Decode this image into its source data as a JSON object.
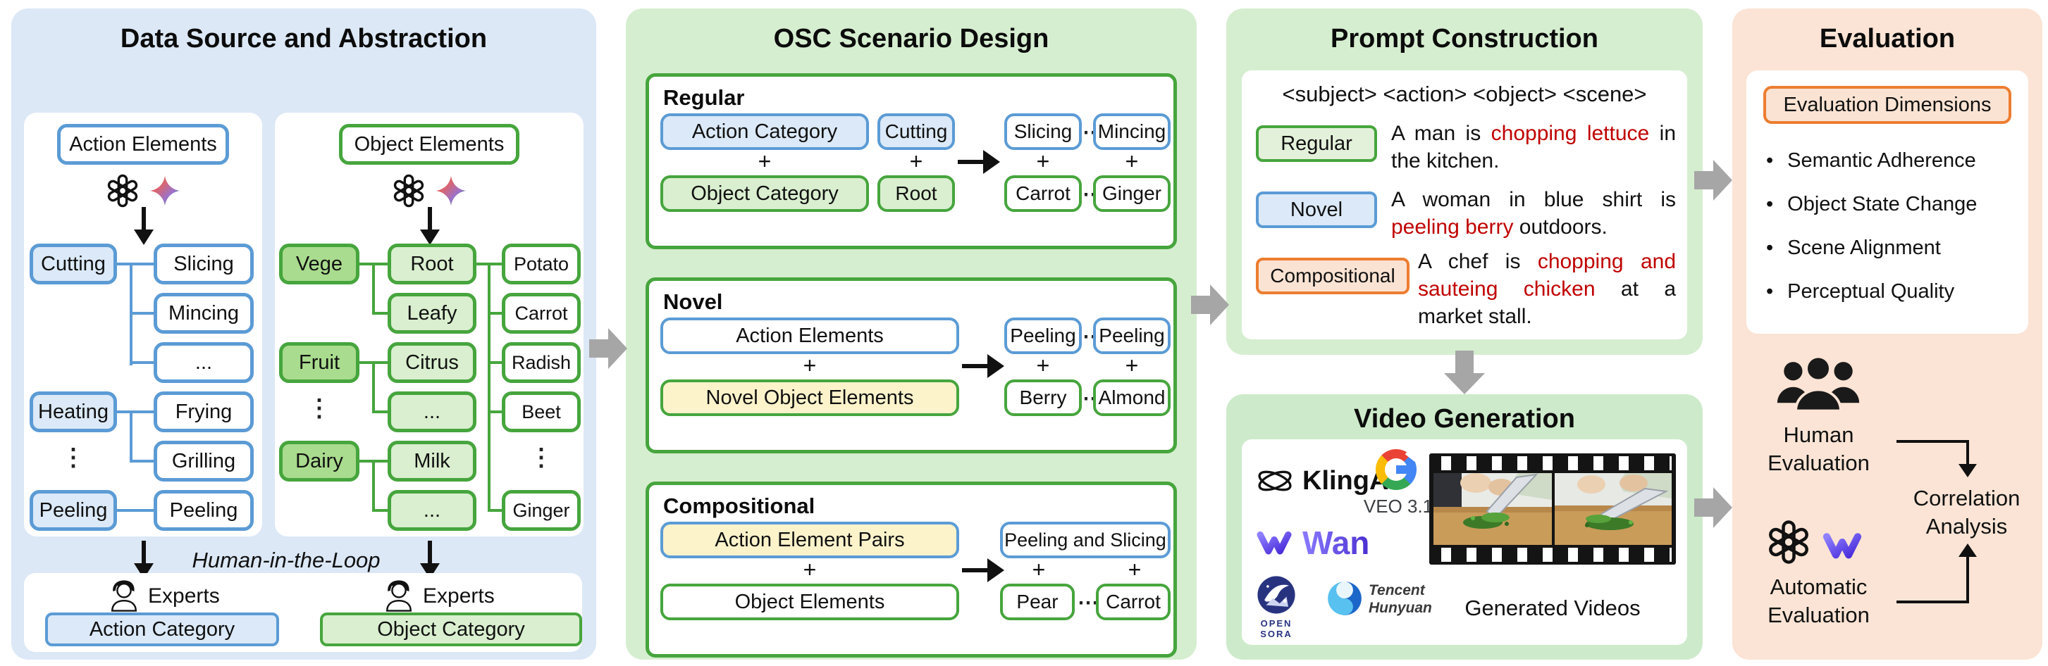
{
  "chars": {
    "plus": "+",
    "hdots": "⋯",
    "dots3": "...",
    "vdots": "⋮",
    "bullet": "•"
  },
  "colors": {
    "blue": "#5b9bd5",
    "green": "#46a53d",
    "orange": "#ed7d31",
    "red_text": "#c00000",
    "gray_arrow": "#a6a6a6",
    "panel_blue_bg": "#dce8f6",
    "panel_green_bg": "#d6eed0",
    "panel_orange_bg": "#fbe4d5",
    "yellow_fill": "#fdf3cb"
  },
  "panel1": {
    "title": "Data Source and Abstraction",
    "action_header": "Action Elements",
    "object_header": "Object Elements",
    "hitl": "Human-in-the-Loop",
    "experts": "Experts",
    "action_category": "Action Category",
    "object_category": "Object Category",
    "action_tree": {
      "parents": [
        "Cutting",
        "Heating",
        "Peeling"
      ],
      "children": [
        "Slicing",
        "Mincing",
        "Frying",
        "Grilling",
        "Peeling"
      ]
    },
    "object_tree": {
      "categories": [
        "Vege",
        "Fruit",
        "Dairy"
      ],
      "subcategories": [
        "Root",
        "Leafy",
        "Citrus",
        "Milk"
      ],
      "items": [
        "Potato",
        "Carrot",
        "Radish",
        "Beet",
        "Ginger"
      ]
    }
  },
  "panel2": {
    "title": "OSC Scenario Design",
    "regular": {
      "label": "Regular",
      "top_wide": "Action Category",
      "top_small": "Cutting",
      "res_top": [
        "Slicing",
        "Mincing"
      ],
      "bottom_wide": "Object Category",
      "bottom_small": "Root",
      "res_bottom": [
        "Carrot",
        "Ginger"
      ]
    },
    "novel": {
      "label": "Novel",
      "top_wide": "Action Elements",
      "res_top": [
        "Peeling",
        "Peeling"
      ],
      "bottom_wide": "Novel Object Elements",
      "res_bottom": [
        "Berry",
        "Almond"
      ]
    },
    "compositional": {
      "label": "Compositional",
      "top_wide": "Action Element Pairs",
      "res_top": "Peeling and Slicing",
      "bottom_wide": "Object Elements",
      "res_bottom": [
        "Pear",
        "Carrot"
      ]
    }
  },
  "panel3": {
    "title": "Prompt Construction",
    "schema": "<subject> <action> <object> <scene>",
    "rows": [
      {
        "chip": "Regular",
        "pre": "A man is ",
        "red": "chopping lettuce",
        "post": " in the kitchen."
      },
      {
        "chip": "Novel",
        "pre": "A woman in blue shirt is ",
        "red": "peeling berry",
        "post": " outdoors."
      },
      {
        "chip": "Compositional",
        "pre": "A chef is ",
        "red": "chopping and sauteing chicken",
        "post": " at a market stall."
      }
    ]
  },
  "video": {
    "title": "Video Generation",
    "klingai": "KlingAI",
    "veo": "VEO 3.1",
    "wan": "Wan",
    "opensora": "OPEN SORA",
    "tencent1": "Tencent",
    "tencent2": "Hunyuan",
    "caption": "Generated Videos"
  },
  "panel4": {
    "title": "Evaluation",
    "dimensions": "Evaluation Dimensions",
    "bullets": [
      "Semantic Adherence",
      "Object State Change",
      "Scene Alignment",
      "Perceptual Quality"
    ],
    "human1": "Human",
    "human2": "Evaluation",
    "auto1": "Automatic",
    "auto2": "Evaluation",
    "corr1": "Correlation",
    "corr2": "Analysis"
  }
}
